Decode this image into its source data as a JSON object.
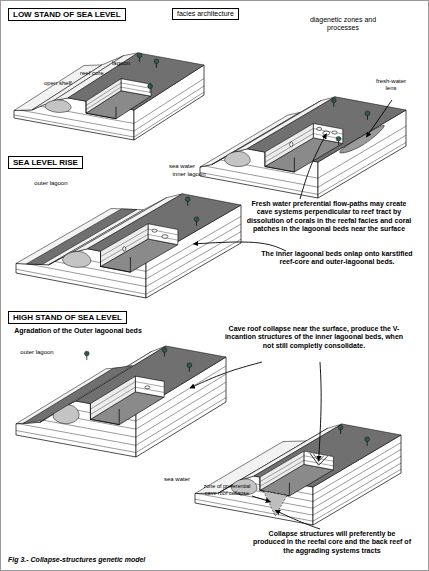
{
  "diagram": {
    "caption": "Fig 3.- Collapse-structures genetic model",
    "nodes": [
      {
        "text": [
          "LOW STAND OF SEA LEVEL"
        ]
      },
      {
        "text": [
          "facies architecture"
        ]
      },
      {
        "text": [
          "SEA LEVEL RISE"
        ]
      },
      {
        "text": [
          "HIGH STAND OF SEA LEVEL"
        ]
      }
    ],
    "labels": [
      "diagenetic zones and processes",
      "lagoon",
      "reef core",
      "open shelf",
      "fresh-water lens",
      "sea water",
      "Fresh water preferential flow-paths may create cave systems perpendicular to reef tract by dissolution of corals in the reefal facies and coral patches in the lagoonal beds near the surface",
      "outer lagoon",
      "inner lagoon",
      "The inner lagoonal beds onlap onto karstified reef-core and outer-lagoonal beds.",
      "Agradation of the Outer lagoonal beds",
      "Cave roof collapse near the surface, produce the V-incantion structures of the inner lagoonal beds, when not still completly consolidate.",
      "outer lagoon",
      "sea water",
      "zone of preferential cave roof collapse",
      "Collapse structures will preferently be produced in the reefal core and the back reef of the aggrading systems tracts"
    ]
  }
}
